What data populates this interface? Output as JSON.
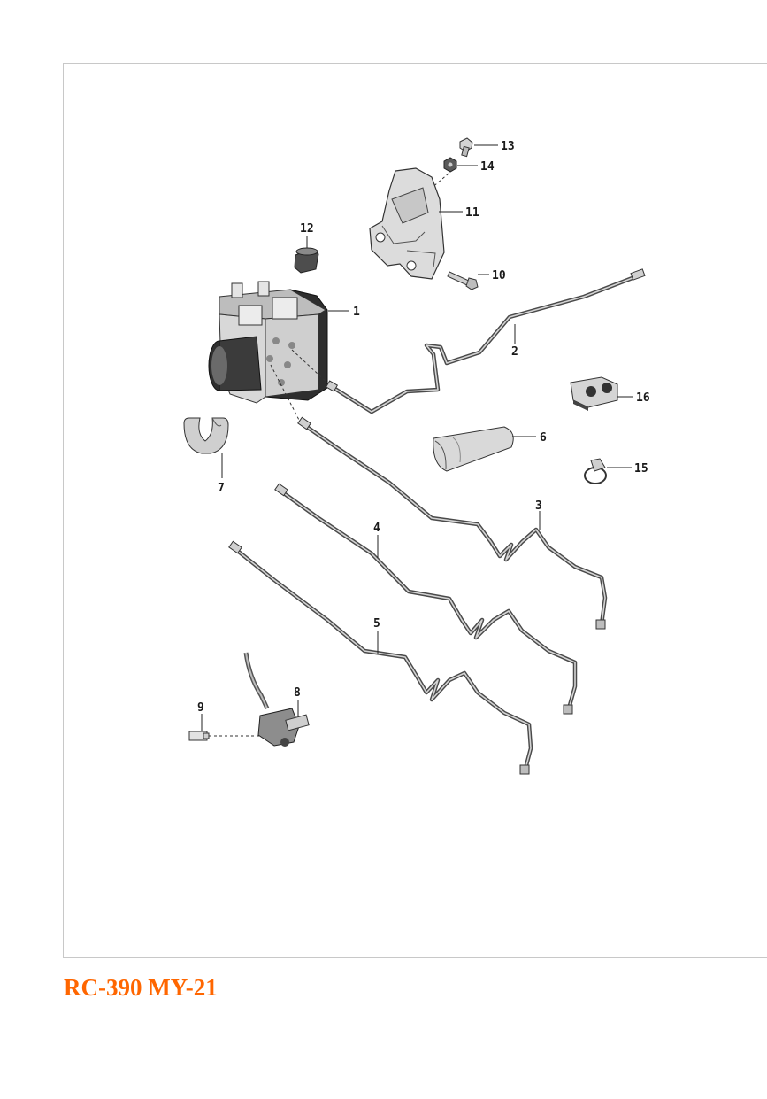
{
  "diagram": {
    "callouts": [
      {
        "id": "c1",
        "text": "1"
      },
      {
        "id": "c2",
        "text": "2"
      },
      {
        "id": "c3",
        "text": "3"
      },
      {
        "id": "c4",
        "text": "4"
      },
      {
        "id": "c5",
        "text": "5"
      },
      {
        "id": "c6",
        "text": "6"
      },
      {
        "id": "c7",
        "text": "7"
      },
      {
        "id": "c8",
        "text": "8"
      },
      {
        "id": "c9",
        "text": "9"
      },
      {
        "id": "c10",
        "text": "10"
      },
      {
        "id": "c11",
        "text": "11"
      },
      {
        "id": "c12",
        "text": "12"
      },
      {
        "id": "c13",
        "text": "13"
      },
      {
        "id": "c14",
        "text": "14"
      },
      {
        "id": "c15",
        "text": "15"
      },
      {
        "id": "c16",
        "text": "16"
      }
    ],
    "colors": {
      "title": "#ff6600",
      "line": "#222222",
      "part_fill": "#d9d9d9",
      "part_dark": "#3a3a3a"
    }
  },
  "footer": {
    "model": "RC-390 MY-21"
  }
}
